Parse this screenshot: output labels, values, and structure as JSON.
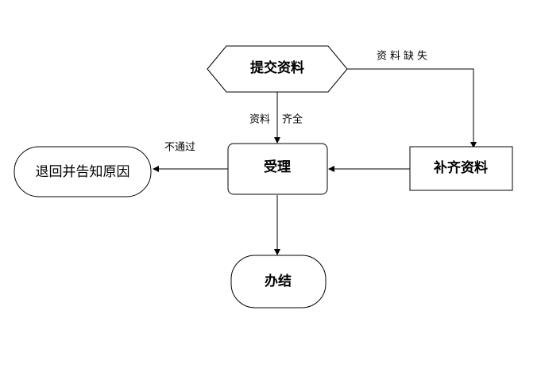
{
  "nodes": {
    "submit": "提交资料",
    "accept": "受理",
    "supplement": "补齐资料",
    "reject": "退回并告知原因",
    "finish": "办结"
  },
  "edges": {
    "missing": "资料缺失",
    "complete_a": "资料",
    "complete_b": "齐全",
    "not_passed": "不通过"
  }
}
